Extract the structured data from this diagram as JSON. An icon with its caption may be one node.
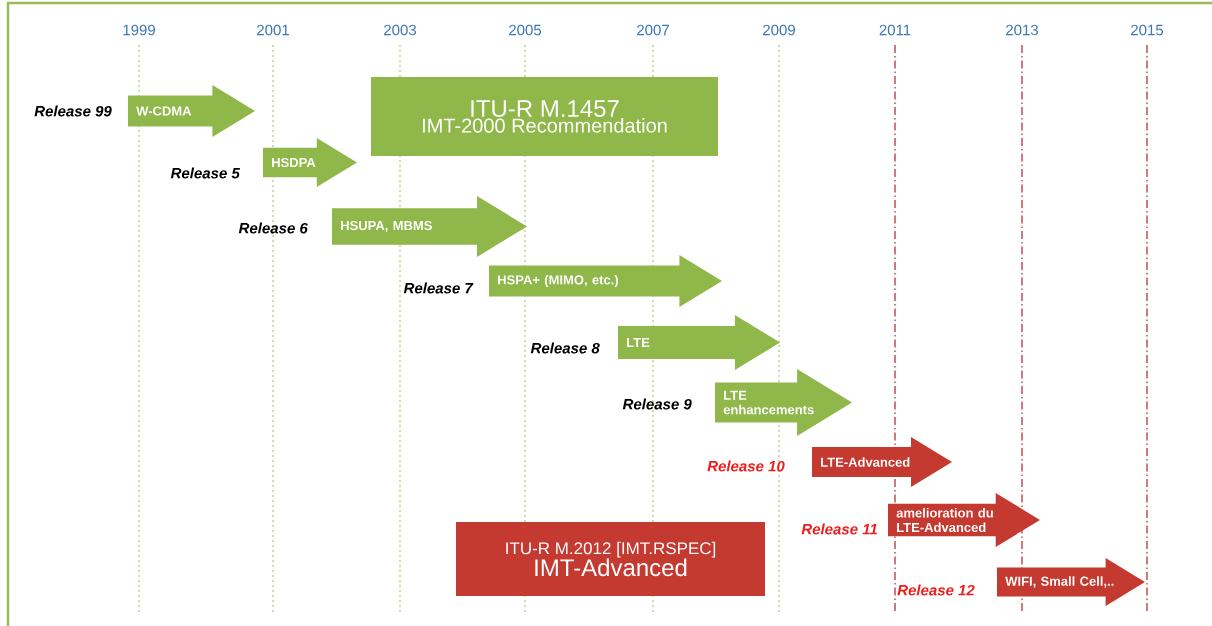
{
  "diagram": {
    "nodes": [
      {
        "text": [
          "W-CDMA"
        ],
        "beside": [
          "Release 99"
        ]
      },
      {
        "text": [
          "ITU-R M.1457",
          "IMT-2000 Recommendation"
        ]
      },
      {
        "text": [
          "HSDPA"
        ],
        "beside": [
          "Release 5"
        ]
      },
      {
        "text": [
          "HSUPA, MBMS"
        ],
        "beside": [
          "Release 6"
        ]
      },
      {
        "text": [
          "HSPA+ (MIMO, etc.)"
        ],
        "beside": [
          "Release 7"
        ]
      },
      {
        "text": [
          "LTE"
        ],
        "beside": [
          "Release 8"
        ]
      },
      {
        "text": [
          "LTE enhancements"
        ],
        "beside": [
          "Release 9"
        ]
      },
      {
        "text": [
          "LTE-Advanced"
        ],
        "beside": [
          "Release 10"
        ]
      },
      {
        "text": [
          "amelioration du LTE-Advanced"
        ],
        "beside": [
          "Release 11"
        ]
      },
      {
        "text": [
          "ITU-R M.2012 [IMT.RSPEC]",
          "IMT-Advanced"
        ]
      },
      {
        "text": [
          "WIFI, Small Cell,.."
        ],
        "beside": [
          "Release 12"
        ]
      }
    ],
    "labels": [
      "1999",
      "2001",
      "2003",
      "2005",
      "2007",
      "2009",
      "2011",
      "2013",
      "2015"
    ]
  }
}
